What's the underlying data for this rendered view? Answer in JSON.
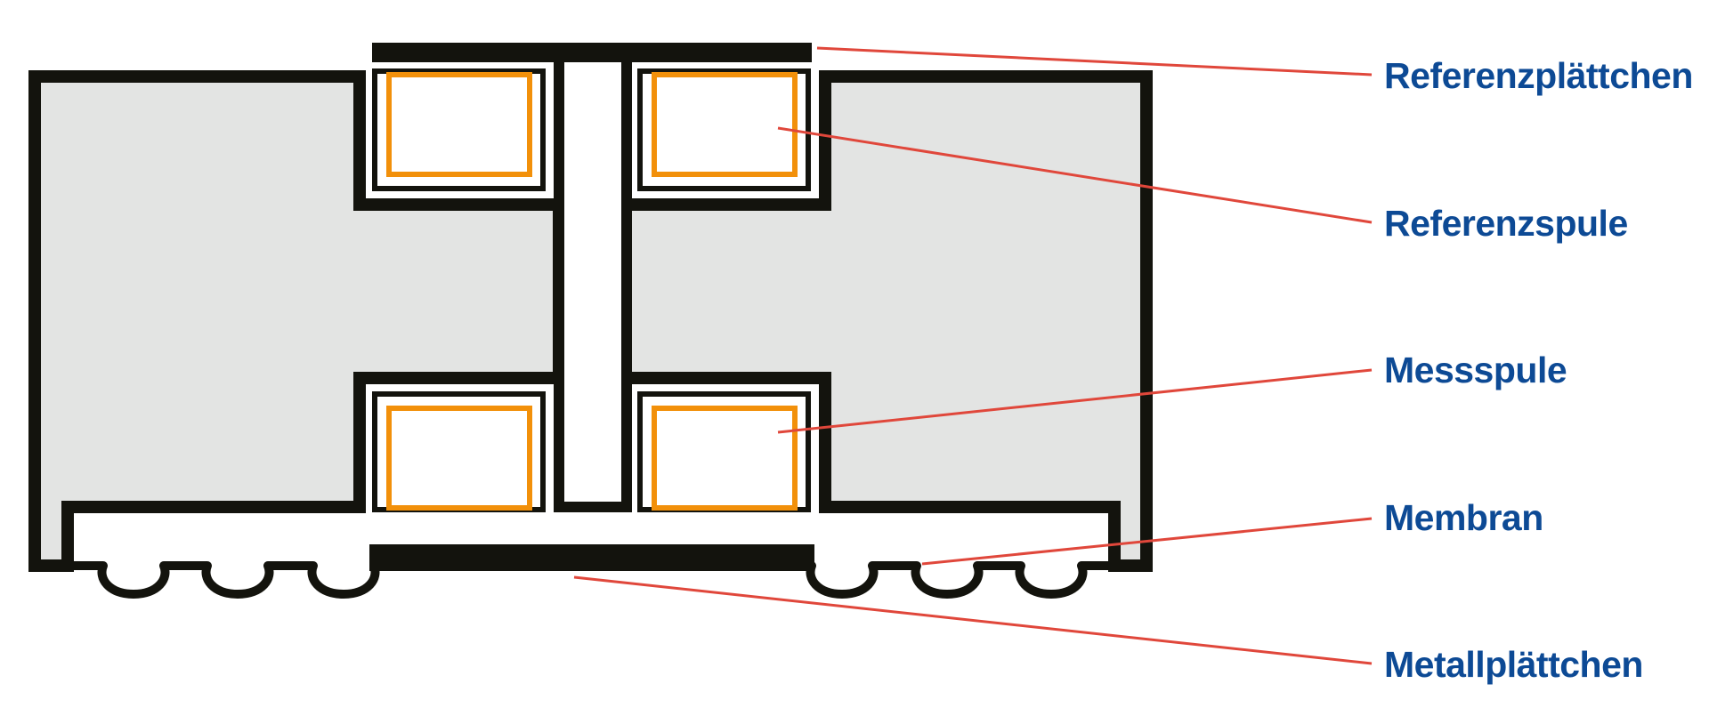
{
  "labels": {
    "reference_plate": "Referenzplättchen",
    "reference_coil": "Referenzspule",
    "measuring_coil": "Messspule",
    "membrane": "Membran",
    "metal_plate": "Metallplättchen"
  },
  "colors": {
    "label_text": "#0d4a95",
    "leader_line": "#e0473b",
    "coil_winding": "#f2900a",
    "housing_fill": "#e3e4e3",
    "outline": "#13130d"
  }
}
